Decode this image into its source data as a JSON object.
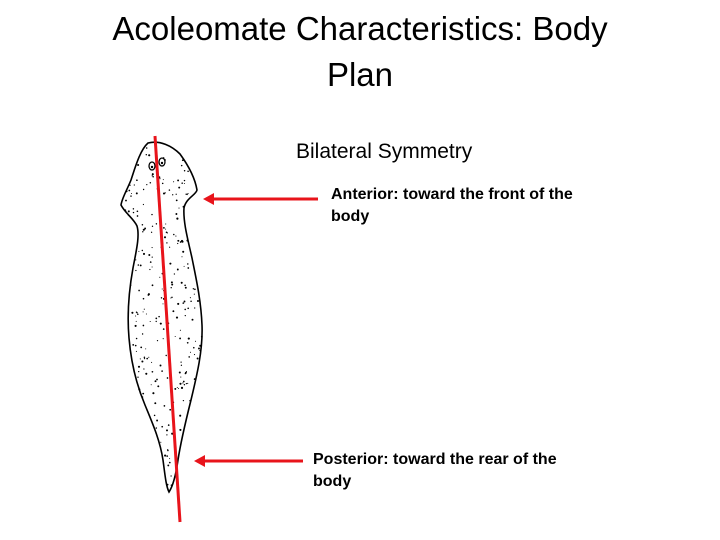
{
  "title_line1": "Acoleomate Characteristics: Body",
  "title_line2": "Plan",
  "subtitle": "Bilateral Symmetry",
  "anterior": {
    "line1": "Anterior: toward the front of the",
    "line2": "body"
  },
  "posterior": {
    "line1": "Posterior: toward the rear of the",
    "line2": "body"
  },
  "colors": {
    "axis": "#e8141b",
    "arrow": "#e8141b",
    "outline": "#000000",
    "text": "#000000"
  }
}
